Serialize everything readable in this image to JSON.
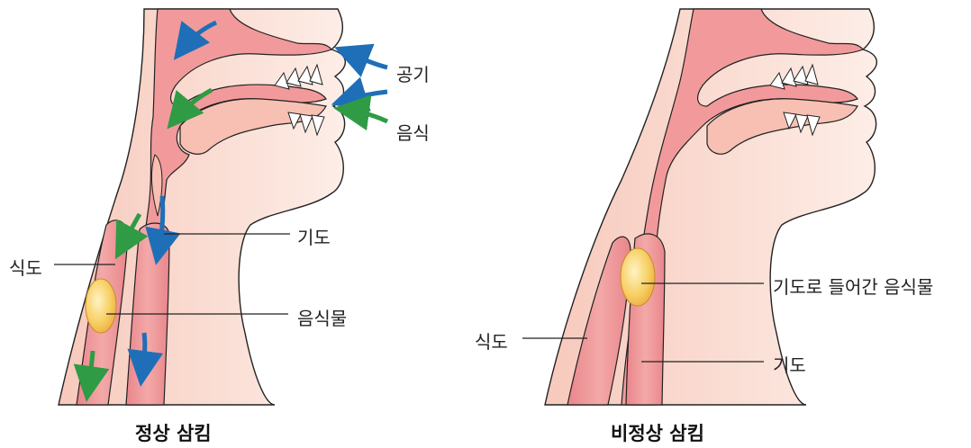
{
  "normal": {
    "caption": "정상 삼킴",
    "labels": {
      "air": "공기",
      "food": "음식",
      "trachea": "기도",
      "esophagus": "식도",
      "bolus": "음식물"
    }
  },
  "abnormal": {
    "caption": "비정상 삼킴",
    "labels": {
      "bolus_in_trachea": "기도로 들어간 음식물",
      "esophagus": "식도",
      "trachea": "기도"
    }
  },
  "legend_colors": {
    "air_arrow": "#1f6fb8",
    "food_arrow": "#2f9b45",
    "tissue_light": "#fbe3d8",
    "tissue_mid": "#f2a4a3",
    "tissue_dark": "#e87a82",
    "bolus": "#f6c54e"
  }
}
